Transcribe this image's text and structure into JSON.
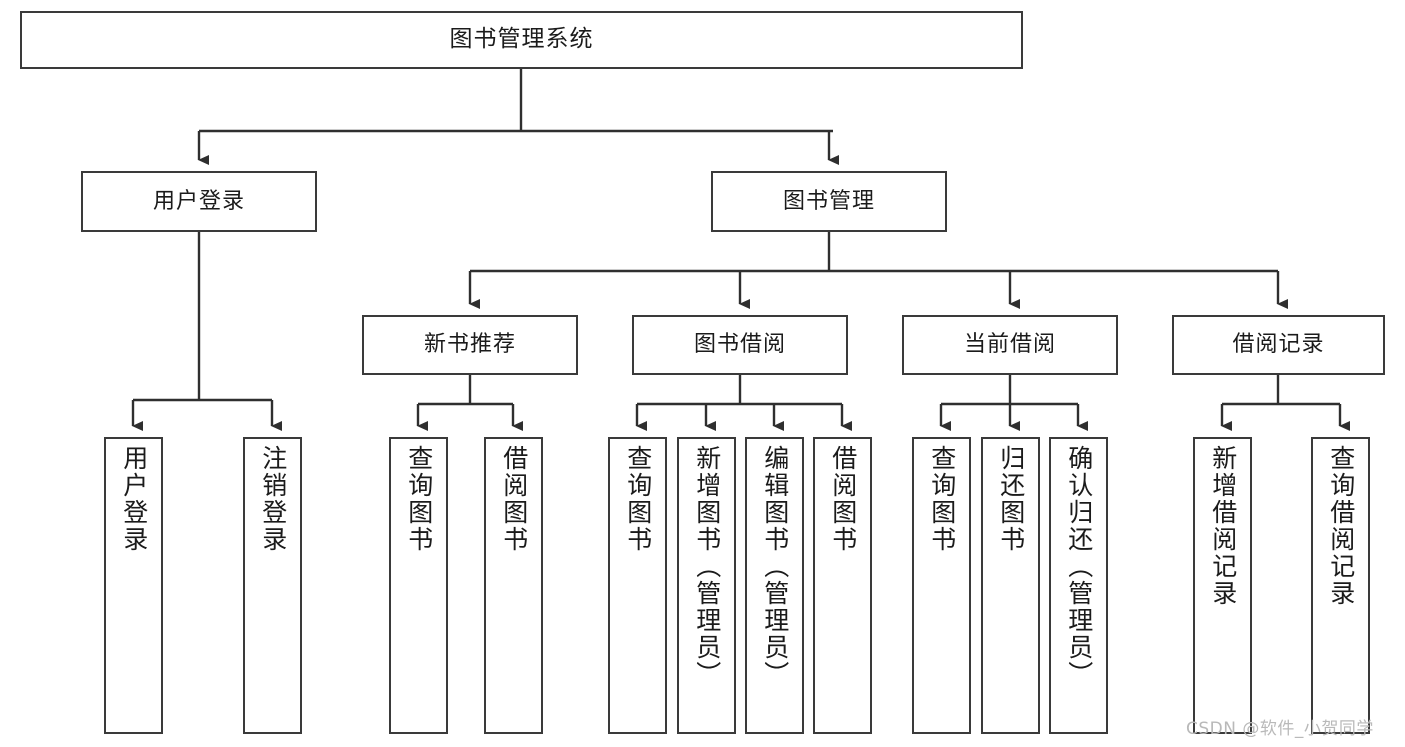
{
  "diagram": {
    "title": "图书管理系统",
    "type": "tree-hierarchy",
    "levels": {
      "root": {
        "label": "图书管理系统"
      },
      "level2": [
        {
          "label": "用户登录"
        },
        {
          "label": "图书管理"
        }
      ],
      "level3": [
        {
          "label": "新书推荐"
        },
        {
          "label": "图书借阅"
        },
        {
          "label": "当前借阅"
        },
        {
          "label": "借阅记录"
        }
      ],
      "level4": [
        {
          "label": "用户登录"
        },
        {
          "label": "注销登录"
        },
        {
          "label": "查询图书"
        },
        {
          "label": "借阅图书"
        },
        {
          "label": "查询图书"
        },
        {
          "label": "新增图书（管理员）"
        },
        {
          "label": "编辑图书（管理员）"
        },
        {
          "label": "借阅图书"
        },
        {
          "label": "查询图书"
        },
        {
          "label": "归还图书"
        },
        {
          "label": "确认归还（管理员）"
        },
        {
          "label": "新增借阅记录"
        },
        {
          "label": "查询借阅记录"
        }
      ]
    }
  },
  "watermark": {
    "text": "CSDN @软件_小贺同学"
  },
  "colors": {
    "box_border": "#3a3a3a",
    "box_fill": "#ffffff",
    "connector": "#2f2f2f",
    "text": "#1b1b1b",
    "watermark": "#b9b9b9"
  }
}
